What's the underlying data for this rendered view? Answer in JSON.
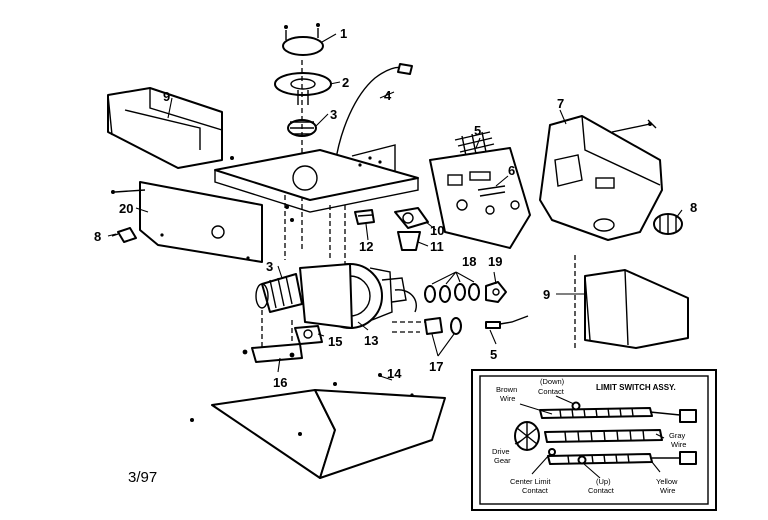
{
  "diagram": {
    "date_code": "3/97",
    "callouts": {
      "p1": "1",
      "p2": "2",
      "p3a": "3",
      "p3b": "3",
      "p4": "4",
      "p5a": "5",
      "p5b": "5",
      "p6": "6",
      "p7": "7",
      "p8a": "8",
      "p8b": "8",
      "p9a": "9",
      "p9b": "9",
      "p10": "10",
      "p11": "11",
      "p12": "12",
      "p13": "13",
      "p14": "14",
      "p15": "15",
      "p16": "16",
      "p17": "17",
      "p18": "18",
      "p19": "19",
      "p20": "20"
    },
    "inset": {
      "title": "LIMIT SWITCH ASSY.",
      "labels": {
        "brown_wire_1": "Brown",
        "brown_wire_2": "Wire",
        "down_contact_1": "(Down)",
        "down_contact_2": "Contact",
        "gray_wire_1": "Gray",
        "gray_wire_2": "Wire",
        "drive_gear_1": "Drive",
        "drive_gear_2": "Gear",
        "center_limit_1": "Center Limit",
        "center_limit_2": "Contact",
        "up_contact_1": "(Up)",
        "up_contact_2": "Contact",
        "yellow_wire_1": "Yellow",
        "yellow_wire_2": "Wire"
      }
    }
  }
}
